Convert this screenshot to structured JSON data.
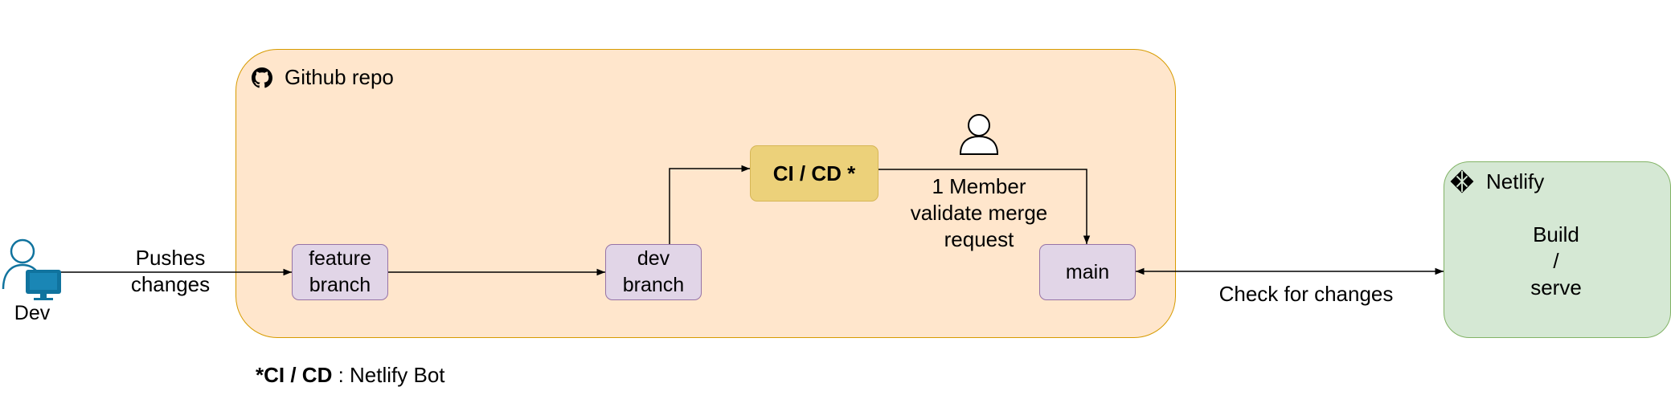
{
  "containers": {
    "repo": {
      "title": "Github repo",
      "icon": "github-icon",
      "fill": "#ffe6cc",
      "stroke": "#d79b00"
    },
    "netlify": {
      "title": "Netlify",
      "icon": "netlify-icon",
      "body": "Build\n/\nserve",
      "fill": "#d5e8d4",
      "stroke": "#82b366"
    }
  },
  "nodes": {
    "feature_branch": "feature\nbranch",
    "dev_branch": "dev\nbranch",
    "cicd": "CI / CD *",
    "main": "main"
  },
  "actors": {
    "dev": {
      "label": "Dev",
      "icon": "developer-icon",
      "color": "#10739e"
    },
    "member": {
      "icon": "user-icon"
    }
  },
  "edge_labels": {
    "pushes": "Pushes\nchanges",
    "validate": "1 Member\nvalidate merge\nrequest",
    "check": "Check for changes"
  },
  "footnote": {
    "bold": "*CI / CD",
    "rest": " : Netlify Bot"
  }
}
